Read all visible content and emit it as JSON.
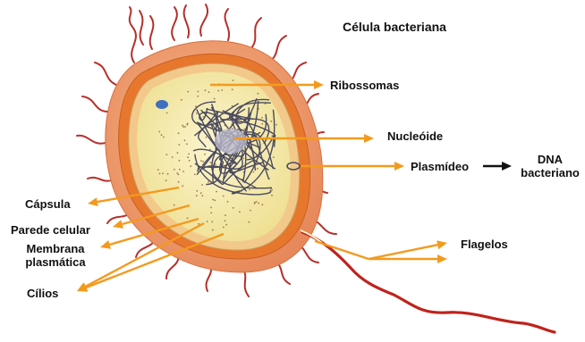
{
  "title": "Célula bacteriana",
  "labels": {
    "ribossomas": "Ribossomas",
    "nucleoide": "Nucleóide",
    "plasmideo": "Plasmídeo",
    "dna_line1": "DNA",
    "dna_line2": "bacteriano",
    "flagelos": "Flagelos",
    "capsula": "Cápsula",
    "parede": "Parede celular",
    "membrana_line1": "Membrana",
    "membrana_line2": "plasmática",
    "cilios": "Cílios"
  },
  "colors": {
    "arrow": "#f39a1e",
    "capsule": "#f0a274",
    "wall": "#e8772e",
    "cytoplasm": "#f7eeb0",
    "dna": "#4a4a5e",
    "pili": "#b5302a",
    "flagellum": "#c0221c",
    "ribosome_spot": "#3f6fbf"
  }
}
